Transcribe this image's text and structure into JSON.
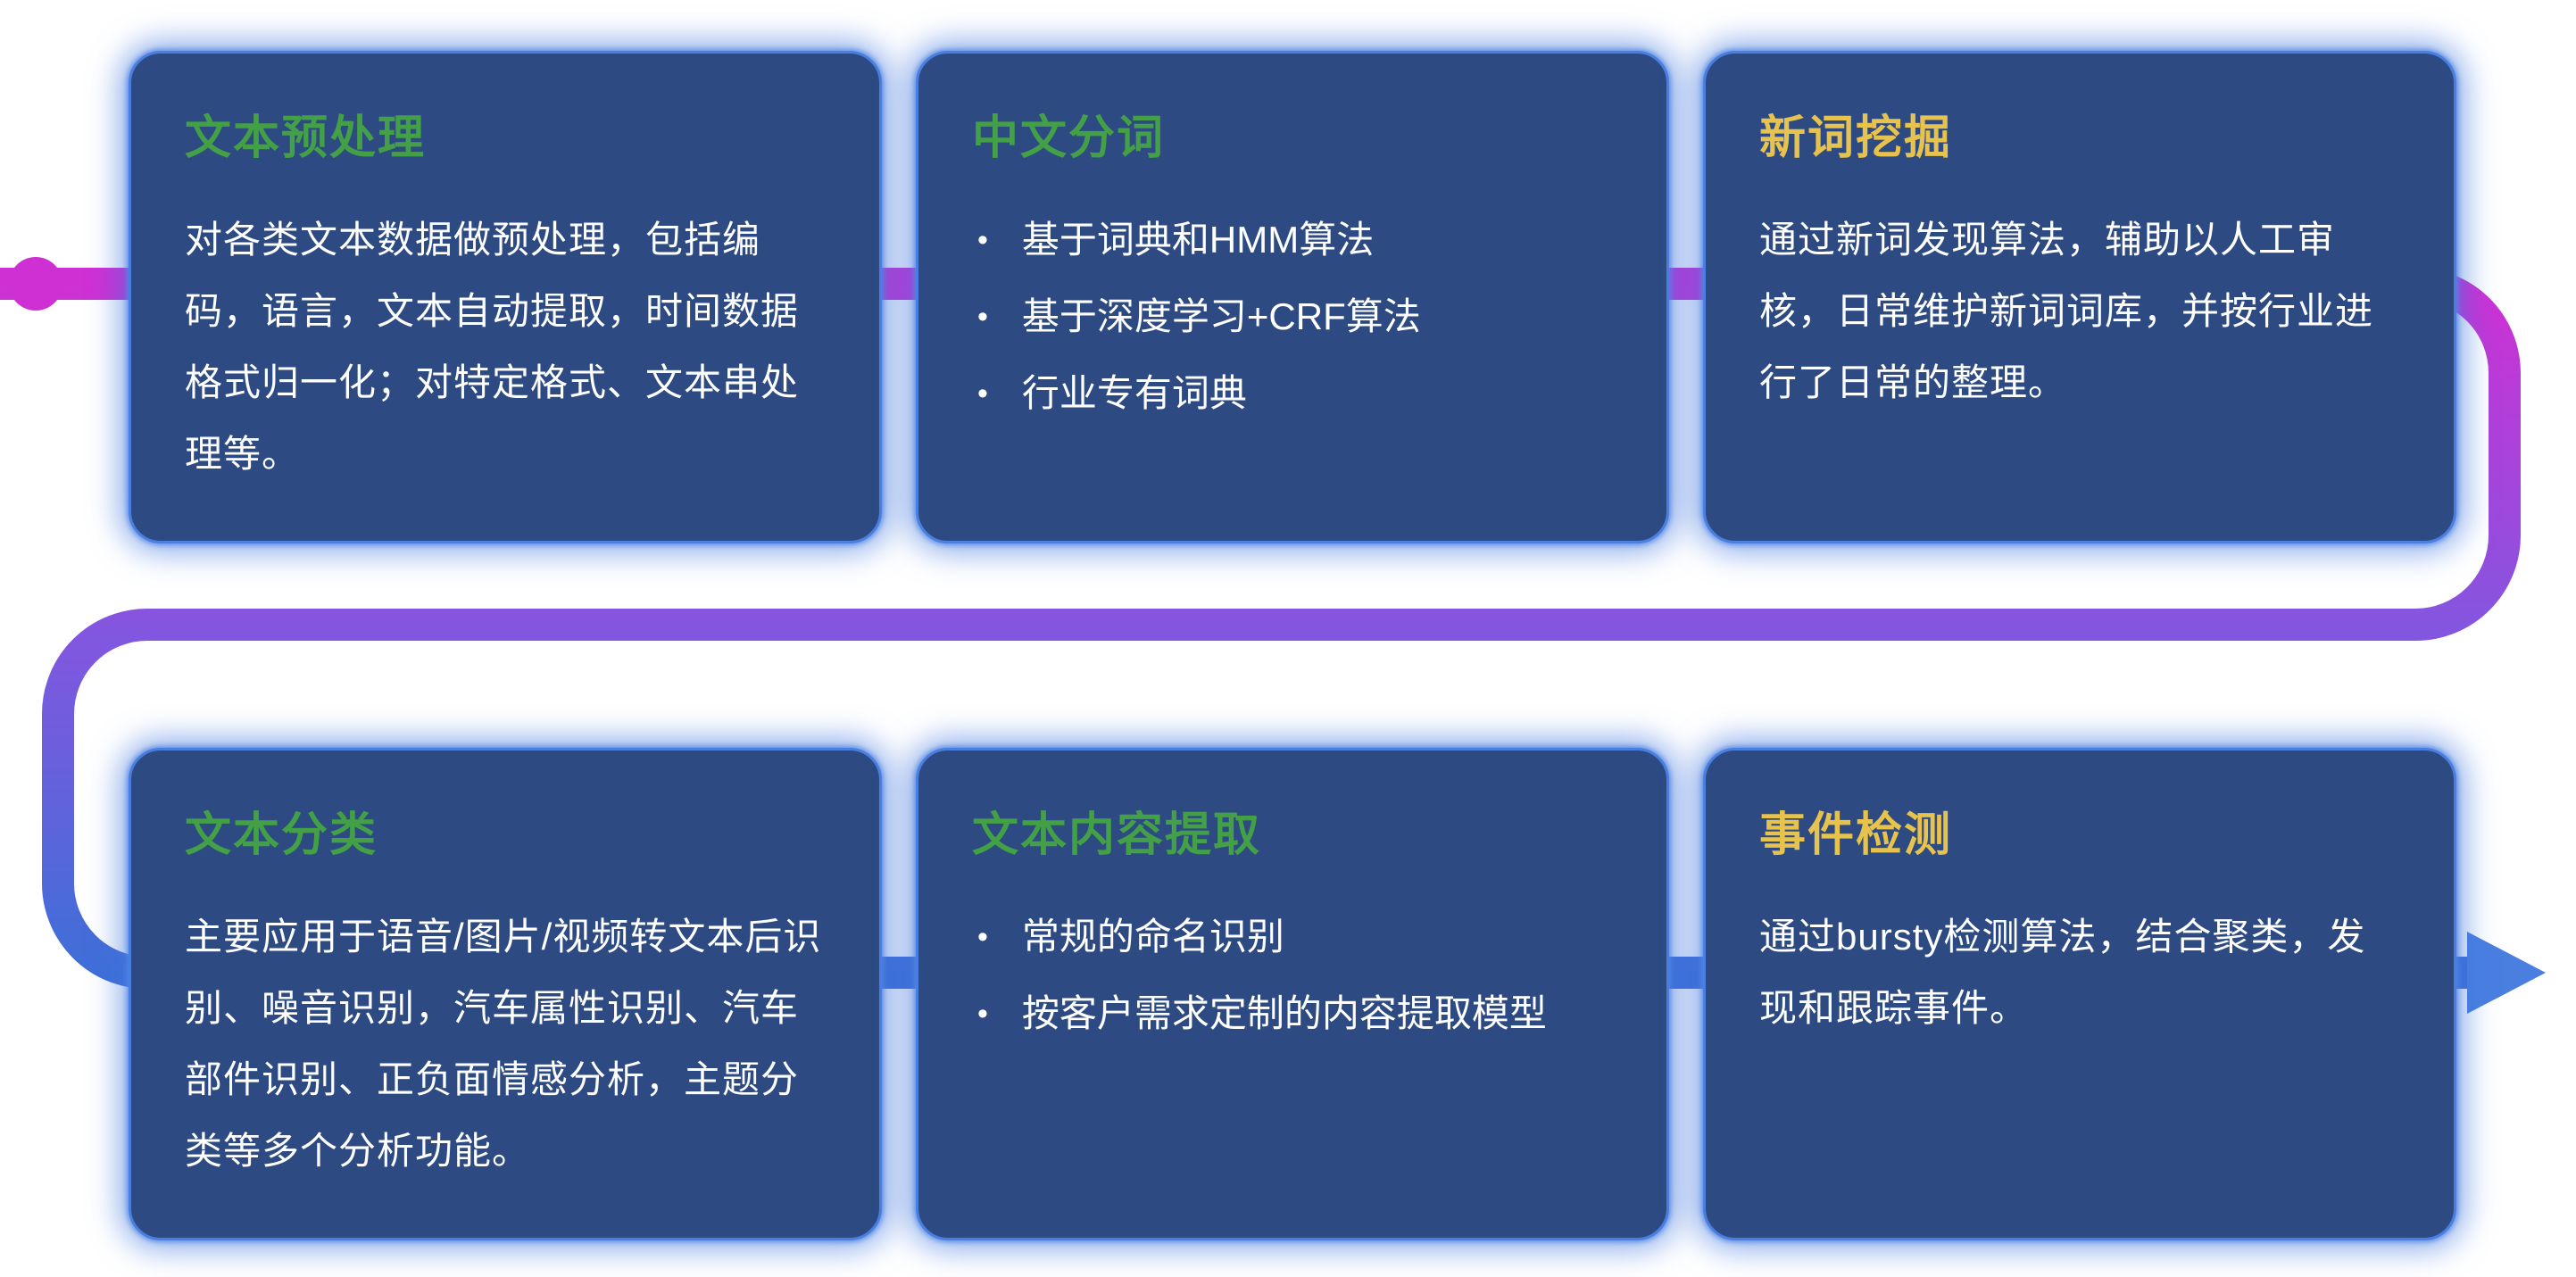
{
  "colors": {
    "title_green": "#43a047",
    "title_yellow": "#e7c24d",
    "card_bg": "#2d4b82",
    "card_border": "#4a7fe0",
    "glow": "#3f74dd",
    "body_text": "#ffffff",
    "flow_start": "#cf30d4",
    "flow_mid": "#8456e0",
    "flow_end": "#3e6fd8",
    "arrow": "#4a7fe0"
  },
  "cards": [
    {
      "title": "文本预处理",
      "title_color": "green",
      "body": "对各类文本数据做预处理，包括编码，语言，文本自动提取，时间数据格式归一化；对特定格式、文本串处理等。"
    },
    {
      "title": "中文分词",
      "title_color": "green",
      "bullet_icon": "•",
      "bullets": [
        "基于词典和HMM算法",
        "基于深度学习+CRF算法",
        "行业专有词典"
      ]
    },
    {
      "title": "新词挖掘",
      "title_color": "yellow",
      "body": "通过新词发现算法，辅助以人工审核，日常维护新词词库，并按行业进行了日常的整理。"
    },
    {
      "title": "文本分类",
      "title_color": "green",
      "body": "主要应用于语音/图片/视频转文本后识别、噪音识别，汽车属性识别、汽车部件识别、正负面情感分析，主题分类等多个分析功能。"
    },
    {
      "title": "文本内容提取",
      "title_color": "green",
      "bullet_icon": "•",
      "bullets": [
        "常规的命名识别",
        "按客户需求定制的内容提取模型"
      ]
    },
    {
      "title": "事件检测",
      "title_color": "yellow",
      "body": "通过bursty检测算法，结合聚类，发现和跟踪事件。"
    }
  ]
}
